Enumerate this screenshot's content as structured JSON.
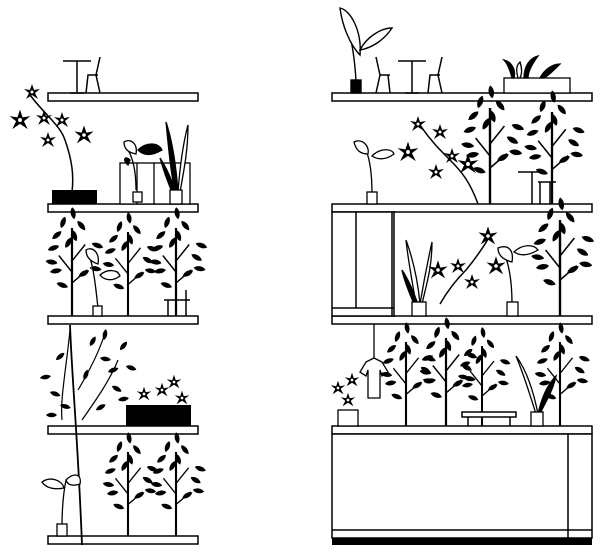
{
  "drawing": {
    "kind": "architectural section sketch",
    "stroke_color": "#000000",
    "fill_color": "#ffffff",
    "left_tower": {
      "floors": 5,
      "elements": [
        "cafe-table",
        "chair",
        "climbing-vine",
        "potted-plants",
        "planter-box",
        "trees",
        "stool",
        "slender-tree"
      ]
    },
    "right_tower": {
      "floors": 5,
      "elements": [
        "cafe-table",
        "chairs",
        "large-potted-plant",
        "planter-box",
        "climbing-vine",
        "trees",
        "bar-stool",
        "glazed-room",
        "hanging-shirt",
        "bench",
        "enclosed-ground-floor"
      ]
    }
  }
}
